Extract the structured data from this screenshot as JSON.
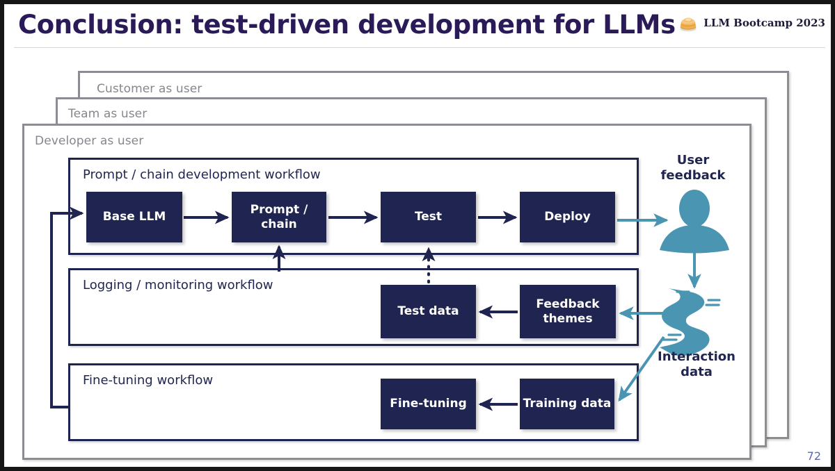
{
  "slide": {
    "title": "Conclusion: test-driven development for LLMs",
    "page_number": "72",
    "title_color": "#2a1a58",
    "accent_navy": "#1f2450",
    "accent_teal": "#4a96b2",
    "frame_gray": "#8b8d92"
  },
  "brand": {
    "logo_icon": "pancakes-icon",
    "text": "LLM Bootcamp 2023"
  },
  "frames": [
    {
      "id": "customer",
      "label": "Customer as user"
    },
    {
      "id": "team",
      "label": "Team as user"
    },
    {
      "id": "developer",
      "label": "Developer as user"
    }
  ],
  "workflows": [
    {
      "id": "prompt",
      "label": "Prompt / chain development workflow"
    },
    {
      "id": "logging",
      "label": "Logging / monitoring workflow"
    },
    {
      "id": "finetune",
      "label": "Fine-tuning workflow"
    }
  ],
  "nodes": [
    {
      "id": "base-llm",
      "label": "Base LLM"
    },
    {
      "id": "prompt-chain",
      "label": "Prompt /\nchain"
    },
    {
      "id": "test",
      "label": "Test"
    },
    {
      "id": "deploy",
      "label": "Deploy"
    },
    {
      "id": "test-data",
      "label": "Test data"
    },
    {
      "id": "feedback",
      "label": "Feedback\nthemes"
    },
    {
      "id": "fine-tuning",
      "label": "Fine-tuning"
    },
    {
      "id": "training-data",
      "label": "Training data"
    }
  ],
  "side_labels": [
    {
      "id": "user-feedback",
      "label": "User\nfeedback",
      "icon": "person-silhouette-icon"
    },
    {
      "id": "interaction-data",
      "label": "Interaction\ndata",
      "icon": "river-stream-icon"
    }
  ],
  "connections": [
    {
      "from": "base-llm",
      "to": "prompt-chain",
      "style": "solid",
      "color": "navy"
    },
    {
      "from": "prompt-chain",
      "to": "test",
      "style": "solid",
      "color": "navy"
    },
    {
      "from": "test",
      "to": "deploy",
      "style": "solid",
      "color": "navy"
    },
    {
      "from": "deploy",
      "to": "user-feedback",
      "style": "solid",
      "color": "teal"
    },
    {
      "from": "user-feedback",
      "to": "interaction-data",
      "style": "solid",
      "color": "teal"
    },
    {
      "from": "interaction-data",
      "to": "feedback",
      "style": "solid",
      "color": "teal"
    },
    {
      "from": "interaction-data",
      "to": "training-data",
      "style": "solid",
      "color": "teal"
    },
    {
      "from": "feedback",
      "to": "test-data",
      "style": "solid",
      "color": "navy"
    },
    {
      "from": "training-data",
      "to": "fine-tuning",
      "style": "solid",
      "color": "navy"
    },
    {
      "from": "logging-workflow",
      "to": "prompt-chain",
      "style": "solid",
      "color": "navy"
    },
    {
      "from": "test-data",
      "to": "test",
      "style": "dotted",
      "color": "navy"
    },
    {
      "from": "finetune-workflow",
      "to": "base-llm",
      "style": "solid",
      "color": "navy"
    }
  ]
}
